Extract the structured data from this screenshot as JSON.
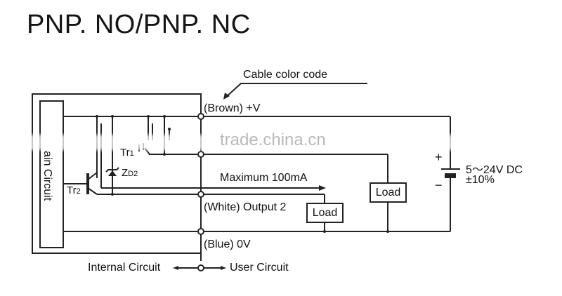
{
  "title": "PNP. NO/PNP. NC",
  "watermark": "trade.china.cn",
  "labels": {
    "cable_color_code": "Cable color code",
    "brown": "(Brown) +V",
    "max_current": "Maximum 100mA",
    "white": "(White) Output 2",
    "blue": "(Blue) 0V",
    "main_circuit": "ain Circuit",
    "tr1": "Tr",
    "tr1_sub": "1",
    "tr2": "Tr",
    "tr2_sub": "2",
    "zd2": "Z",
    "zd2_sub": "D2",
    "load_1": "Load",
    "load_2": "Load",
    "supply_voltage": "5～24V DC",
    "tolerance": "±10%",
    "plus": "+",
    "minus": "−",
    "internal_circuit": "Internal Circuit",
    "user_circuit": "User Circuit"
  },
  "colors": {
    "line": "#222222",
    "watermark": "#b9b9b9"
  }
}
